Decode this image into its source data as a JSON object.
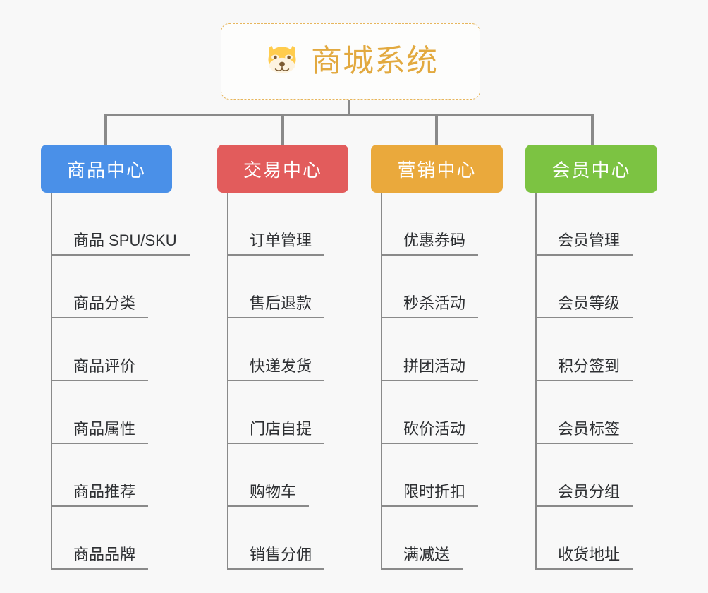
{
  "page": {
    "background_color": "#f8f8f8",
    "type": "mindmap"
  },
  "root": {
    "title": "商城系统",
    "icon": "dog-face-emoji",
    "title_color": "#e2a93f",
    "border_color": "#e7b65c"
  },
  "connector_color": "#8a8a8a",
  "branches": [
    {
      "label": "商品中心",
      "color": "#4a90e8",
      "items": [
        "商品 SPU/SKU",
        "商品分类",
        "商品评价",
        "商品属性",
        "商品推荐",
        "商品品牌"
      ]
    },
    {
      "label": "交易中心",
      "color": "#e25c5c",
      "items": [
        "订单管理",
        "售后退款",
        "快递发货",
        "门店自提",
        "购物车",
        "销售分佣"
      ]
    },
    {
      "label": "营销中心",
      "color": "#eaa93c",
      "items": [
        "优惠券码",
        "秒杀活动",
        "拼团活动",
        "砍价活动",
        "限时折扣",
        "满减送"
      ]
    },
    {
      "label": "会员中心",
      "color": "#7cc342",
      "items": [
        "会员管理",
        "会员等级",
        "积分签到",
        "会员标签",
        "会员分组",
        "收货地址"
      ]
    }
  ]
}
